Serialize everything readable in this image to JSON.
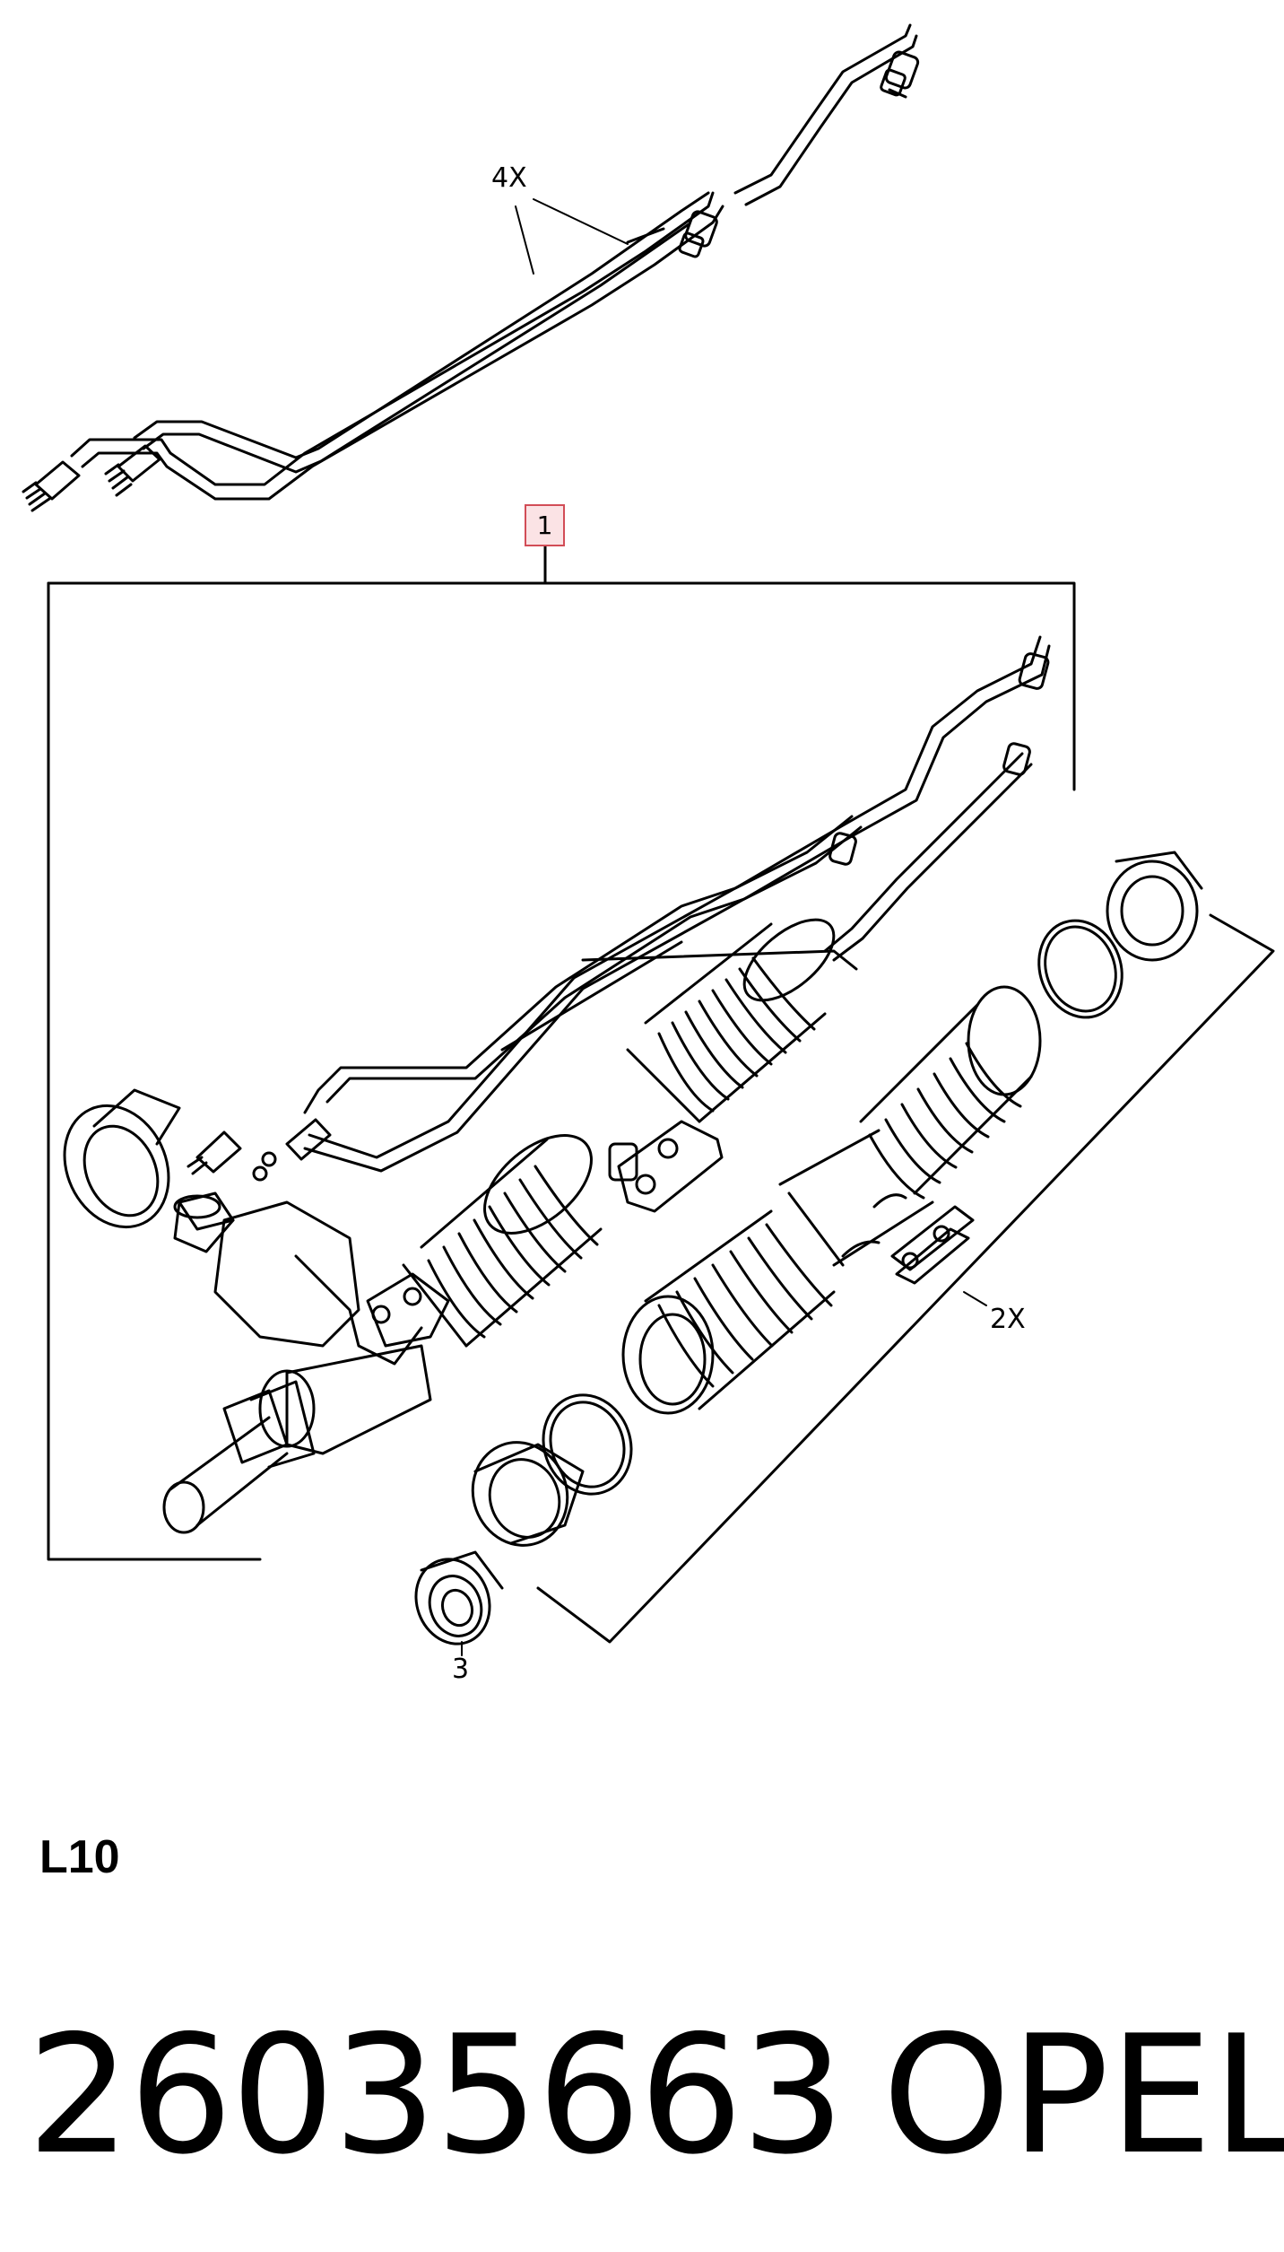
{
  "callouts": {
    "lines_qty": "4X",
    "boot_kit_qty": "2X",
    "seal_ref": "3",
    "assembly_ref": "1"
  },
  "footer": {
    "group_code": "L10",
    "part_number": "26035663",
    "brand": "OPEL"
  },
  "colors": {
    "line_art": "#000000",
    "callout_highlight_fill": "#fbe3e5",
    "callout_highlight_border": "#d24d57"
  }
}
